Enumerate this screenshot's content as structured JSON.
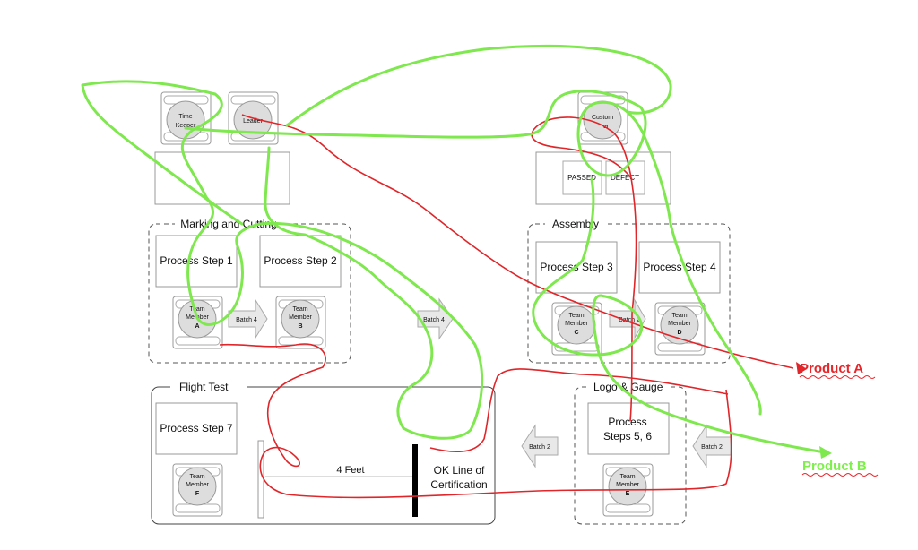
{
  "areas": {
    "marking": "Marking and Cutting",
    "assembly": "Assembly",
    "flight": "Flight Test",
    "logo": "Logo & Gauge"
  },
  "steps": {
    "s1": "Process Step 1",
    "s2": "Process Step 2",
    "s3": "Process Step 3",
    "s4": "Process Step 4",
    "s56a": "Process",
    "s56b": "Steps 5, 6",
    "s7": "Process Step 7"
  },
  "roles": {
    "timekeeper_a": "Time",
    "timekeeper_b": "Keeper",
    "leader": "Leader",
    "customer_a": "Custom",
    "customer_b": "er",
    "passed": "PASSED",
    "defect": "DEFECT"
  },
  "members": {
    "team": "Team",
    "member": "Member",
    "a": "A",
    "b": "B",
    "c": "C",
    "d": "D",
    "e": "E",
    "f": "F"
  },
  "arrows": {
    "batch4_a": "Batch 4",
    "batch4_b": "Batch 4",
    "batch2_c": "Batch 2",
    "batch2_d": "Batch 2",
    "batch2_e": "Batch 2"
  },
  "flight": {
    "distance": "4 Feet",
    "ok_a": "OK Line of",
    "ok_b": "Certification"
  },
  "products": {
    "a": "Product A",
    "b": "Product B"
  },
  "colors": {
    "product_a": "#e8262a",
    "product_b": "#7df04a",
    "red_path": "#e0262a",
    "green_path": "#7ee84e",
    "box_border": "#999999",
    "circle_fill": "#dddddd"
  }
}
